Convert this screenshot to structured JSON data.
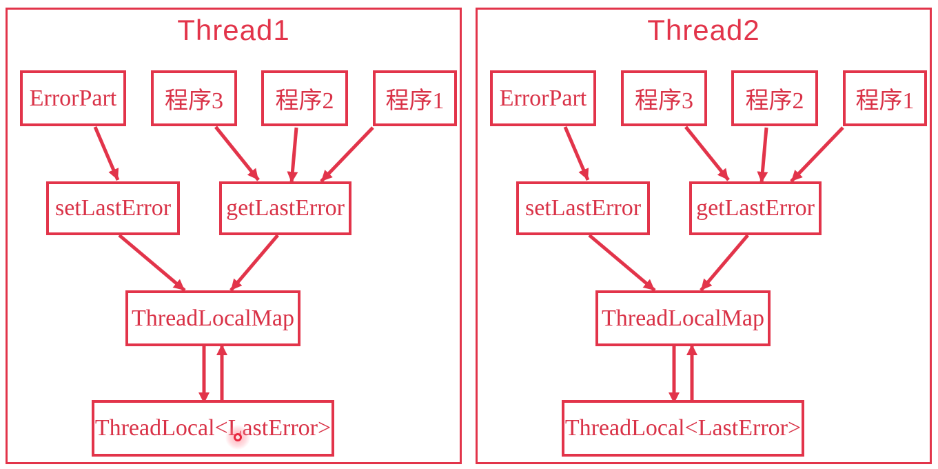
{
  "diagram": {
    "type": "flow-diagram",
    "accent_color": "#e2344a",
    "background_color": "#ffffff",
    "panels": [
      {
        "title": "Thread1",
        "nodes": {
          "error_part": "ErrorPart",
          "program3": "程序3",
          "program2": "程序2",
          "program1": "程序1",
          "set_last_error": "setLastError",
          "get_last_error": "getLastError",
          "thread_local_map": "ThreadLocalMap",
          "thread_local": "ThreadLocal<LastError>"
        }
      },
      {
        "title": "Thread2",
        "nodes": {
          "error_part": "ErrorPart",
          "program3": "程序3",
          "program2": "程序2",
          "program1": "程序1",
          "set_last_error": "setLastError",
          "get_last_error": "getLastError",
          "thread_local_map": "ThreadLocalMap",
          "thread_local": "ThreadLocal<LastError>"
        }
      }
    ],
    "edges_per_panel": [
      {
        "from": "ErrorPart",
        "to": "setLastError"
      },
      {
        "from": "程序3",
        "to": "getLastError"
      },
      {
        "from": "程序2",
        "to": "getLastError"
      },
      {
        "from": "程序1",
        "to": "getLastError"
      },
      {
        "from": "setLastError",
        "to": "ThreadLocalMap"
      },
      {
        "from": "getLastError",
        "to": "ThreadLocalMap"
      },
      {
        "from": "ThreadLocalMap",
        "to": "ThreadLocal<LastError>"
      },
      {
        "from": "ThreadLocal<LastError>",
        "to": "ThreadLocalMap"
      }
    ],
    "cursor_highlight": {
      "ring_color": "#e8273f",
      "glow_color": "#ff6b7a",
      "located_in_panel": "Thread1"
    }
  }
}
